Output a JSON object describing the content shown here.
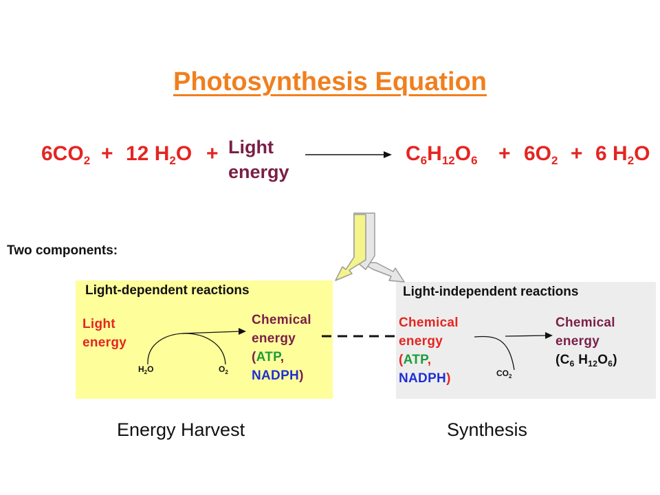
{
  "title": "Photosynthesis Equation",
  "equation": {
    "reactant1": {
      "pre": "6CO",
      "sub": "2"
    },
    "plus1": "+",
    "reactant2": {
      "pre": "12 H",
      "sub": "2",
      "post": "O"
    },
    "plus2": "+",
    "light_line1": "Light",
    "light_line2": "energy",
    "product1": {
      "c": "C",
      "c_sub": "6",
      "h": "H",
      "h_sub": "12",
      "o": "O",
      "o_sub": "6"
    },
    "plus3": "+",
    "product2": {
      "pre": "6O",
      "sub": "2"
    },
    "plus4": "+",
    "product3": {
      "pre": "6 H",
      "sub": "2",
      "post": "O"
    }
  },
  "two_components": "Two components:",
  "light_dependent": {
    "title": "Light-dependent reactions",
    "input_line1": "Light",
    "input_line2": "energy",
    "water": {
      "pre": "H",
      "sub": "2",
      "post": "O"
    },
    "oxygen": {
      "pre": "O",
      "sub": "2"
    },
    "output_line1": "Chemical",
    "output_line2": "energy",
    "output_paren_open": "(",
    "output_atp": "ATP",
    "output_comma": ",",
    "output_nadph": "NADPH",
    "output_paren_close": ")"
  },
  "light_independent": {
    "title": "Light-independent reactions",
    "input_line1": "Chemical",
    "input_line2": "energy",
    "input_paren_open": "(",
    "input_atp": "ATP",
    "input_comma": ",",
    "input_nadph": "NADPH",
    "input_paren_close": ")",
    "co2": {
      "pre": "CO",
      "sub": "2"
    },
    "output_line1": "Chemical",
    "output_line2": "energy",
    "output_formula": {
      "open": "(C",
      "c_sub": "6",
      "h": " H",
      "h_sub": "12",
      "o": "O",
      "o_sub": "6",
      "close": ")"
    }
  },
  "caption_left": "Energy Harvest",
  "caption_right": "Synthesis",
  "colors": {
    "title": "#f07f1e",
    "equation": "#e42521",
    "light_energy": "#7a1f47",
    "atp": "#1e9b3a",
    "nadph": "#1e2fd3",
    "yellow_box": "#fefe9b",
    "grey_box": "#ededed",
    "fork_arrow": "#f4f48a"
  }
}
